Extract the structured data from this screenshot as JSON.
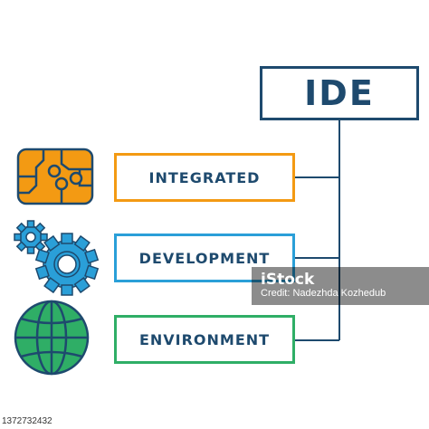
{
  "title": "IDE",
  "items": [
    {
      "label": "INTEGRATED",
      "color": "#f39a13"
    },
    {
      "label": "DEVELOPMENT",
      "color": "#2a9fd8"
    },
    {
      "label": "ENVIRONMENT",
      "color": "#2fae66"
    }
  ],
  "colors": {
    "primary": "#1e4a6e",
    "orange": "#f39a13",
    "blue": "#2a9fd8",
    "green": "#2fae66"
  },
  "icons": [
    "chip-icon",
    "gears-icon",
    "globe-icon"
  ],
  "watermark": {
    "brand": "iStock",
    "credit": "Credit: Nadezhda Kozhedub"
  },
  "stock_id": "1372732432"
}
